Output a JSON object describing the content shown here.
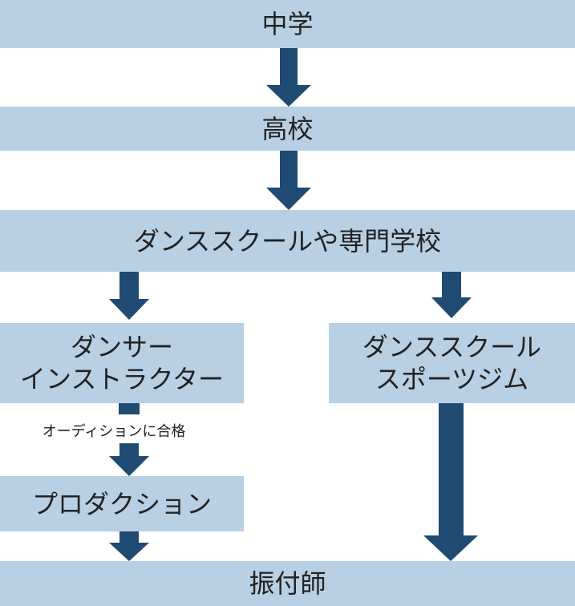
{
  "nodes": {
    "junior_high": "中学",
    "high_school": "高校",
    "dance_school_vocational": "ダンススクールや専門学校",
    "dancer_instructor": "ダンサー\nインストラクター",
    "dance_school_gym": "ダンススクール\nスポーツジム",
    "production": "プロダクション",
    "choreographer": "振付師"
  },
  "edge_labels": {
    "audition_pass": "オーディションに合格"
  },
  "colors": {
    "box": "#b7d0e3",
    "arrow": "#1f4a72",
    "text": "#222222"
  }
}
